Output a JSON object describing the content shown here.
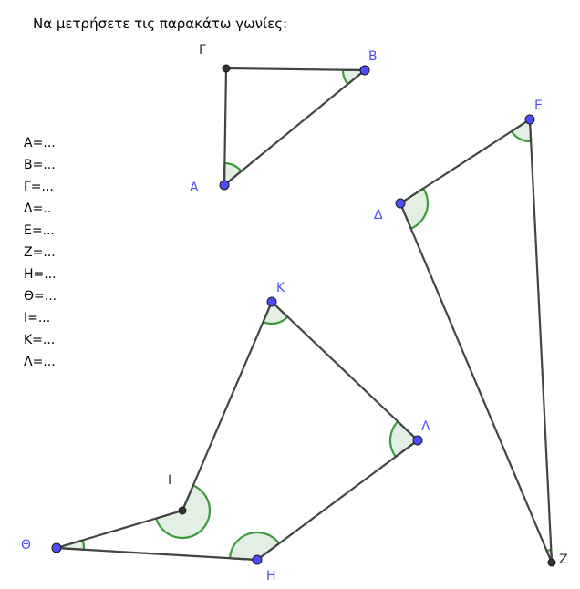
{
  "instruction": "Να μετρήσετε τις παρακάτω γωνίες:",
  "answers": [
    "Α=...",
    "Β=...",
    "Γ=...",
    "Δ=..",
    "Ε=...",
    "Ζ=...",
    "Η=...",
    "Θ=...",
    "Ι=...",
    "Κ=...",
    "Λ=..."
  ],
  "points": [
    {
      "id": "A",
      "label": "Α",
      "color": "#4d4dff",
      "kind": "free"
    },
    {
      "id": "B",
      "label": "Β",
      "color": "#4d4dff",
      "kind": "free"
    },
    {
      "id": "G",
      "label": "Γ",
      "color": "#333333",
      "kind": "dependent"
    },
    {
      "id": "D",
      "label": "Δ",
      "color": "#4d4dff",
      "kind": "free"
    },
    {
      "id": "E",
      "label": "Ε",
      "color": "#4d4dff",
      "kind": "free"
    },
    {
      "id": "Z",
      "label": "Ζ",
      "color": "#333333",
      "kind": "dependent"
    },
    {
      "id": "H",
      "label": "Η",
      "color": "#4d4dff",
      "kind": "free"
    },
    {
      "id": "TH",
      "label": "Θ",
      "color": "#4d4dff",
      "kind": "free"
    },
    {
      "id": "I",
      "label": "Ι",
      "color": "#333333",
      "kind": "dependent"
    },
    {
      "id": "K",
      "label": "Κ",
      "color": "#4d4dff",
      "kind": "free"
    },
    {
      "id": "L",
      "label": "Λ",
      "color": "#4d4dff",
      "kind": "free"
    }
  ],
  "polygons": [
    [
      "A",
      "G",
      "B"
    ],
    [
      "D",
      "E",
      "Z"
    ],
    [
      "TH",
      "I",
      "K",
      "L",
      "H"
    ]
  ],
  "colors": {
    "segment": "#444444",
    "angleFill": "#e3efe3",
    "angleStroke": "#3a9a3a"
  }
}
